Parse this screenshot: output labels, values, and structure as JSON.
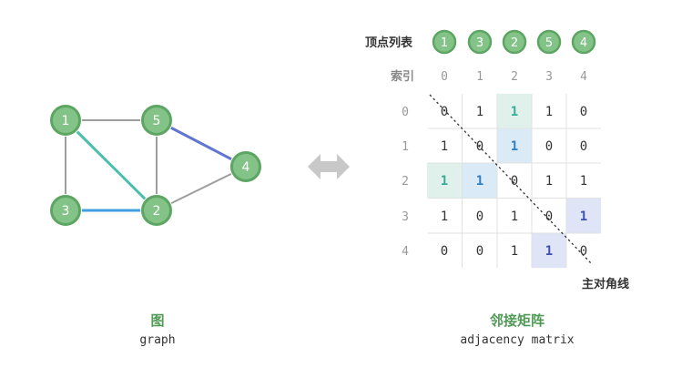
{
  "graph": {
    "caption_cn": "图",
    "caption_en": "graph",
    "nodes": [
      "1",
      "5",
      "4",
      "3",
      "2"
    ],
    "edges": [
      {
        "from": "1",
        "to": "5",
        "style": "plain"
      },
      {
        "from": "1",
        "to": "3",
        "style": "plain"
      },
      {
        "from": "1",
        "to": "2",
        "style": "teal"
      },
      {
        "from": "5",
        "to": "2",
        "style": "plain"
      },
      {
        "from": "5",
        "to": "4",
        "style": "indigo"
      },
      {
        "from": "3",
        "to": "2",
        "style": "blue"
      },
      {
        "from": "2",
        "to": "4",
        "style": "plain"
      }
    ]
  },
  "matrix": {
    "caption_cn": "邻接矩阵",
    "caption_en": "adjacency matrix",
    "vertex_list_label": "顶点列表",
    "index_label": "索引",
    "vertex_list": [
      "1",
      "3",
      "2",
      "5",
      "4"
    ],
    "col_indices": [
      "0",
      "1",
      "2",
      "3",
      "4"
    ],
    "row_indices": [
      "0",
      "1",
      "2",
      "3",
      "4"
    ],
    "cells": [
      [
        "0",
        "1",
        "1",
        "1",
        "0"
      ],
      [
        "1",
        "0",
        "1",
        "0",
        "0"
      ],
      [
        "1",
        "1",
        "0",
        "1",
        "1"
      ],
      [
        "1",
        "0",
        "1",
        "0",
        "1"
      ],
      [
        "0",
        "0",
        "1",
        "1",
        "0"
      ]
    ],
    "highlights": [
      {
        "row": 0,
        "col": 2,
        "style": "teal"
      },
      {
        "row": 2,
        "col": 0,
        "style": "teal"
      },
      {
        "row": 1,
        "col": 2,
        "style": "blue"
      },
      {
        "row": 2,
        "col": 1,
        "style": "blue"
      },
      {
        "row": 3,
        "col": 4,
        "style": "indigo"
      },
      {
        "row": 4,
        "col": 3,
        "style": "indigo"
      }
    ],
    "diagonal_label": "主对角线"
  },
  "colors": {
    "node_fill": "#84c388",
    "node_stroke": "#5ca562",
    "edge_plain": "#9e9e9e",
    "edge_teal": "#4bbfaa",
    "edge_blue": "#3f9fe0",
    "edge_indigo": "#6276cf",
    "cell_teal_bg": "#dff1ea",
    "cell_teal_text": "#3aab9a",
    "cell_blue_bg": "#daebf7",
    "cell_blue_text": "#2f7fc0",
    "cell_indigo_bg": "#dfe4f6",
    "cell_indigo_text": "#3e4fae",
    "caption_green": "#4f9a55",
    "arrow": "#c8c8c8"
  }
}
